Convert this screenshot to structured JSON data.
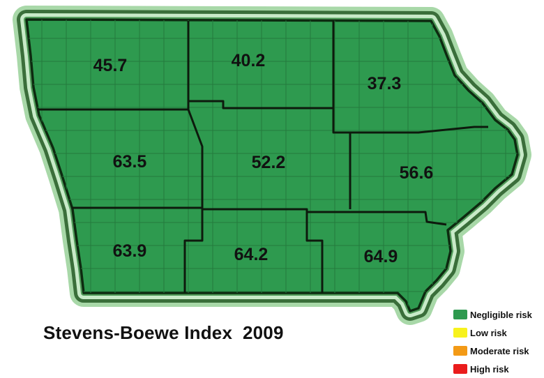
{
  "title": "Stevens-Boewe Index  2009",
  "regions": [
    {
      "id": "northwest",
      "value": "45.7"
    },
    {
      "id": "north-central",
      "value": "40.2"
    },
    {
      "id": "northeast",
      "value": "37.3"
    },
    {
      "id": "west-central",
      "value": "63.5"
    },
    {
      "id": "central",
      "value": "52.2"
    },
    {
      "id": "east-central",
      "value": "56.6"
    },
    {
      "id": "southwest",
      "value": "63.9"
    },
    {
      "id": "south-central",
      "value": "64.2"
    },
    {
      "id": "southeast",
      "value": "64.9"
    }
  ],
  "region_color": "#2e9a4f",
  "legend": [
    {
      "label": "Negligible risk",
      "color": "#2e9a4f"
    },
    {
      "label": "Low risk",
      "color": "#f7f21d"
    },
    {
      "label": "Moderate risk",
      "color": "#f39a16"
    },
    {
      "label": "High risk",
      "color": "#ea1c1c"
    }
  ]
}
